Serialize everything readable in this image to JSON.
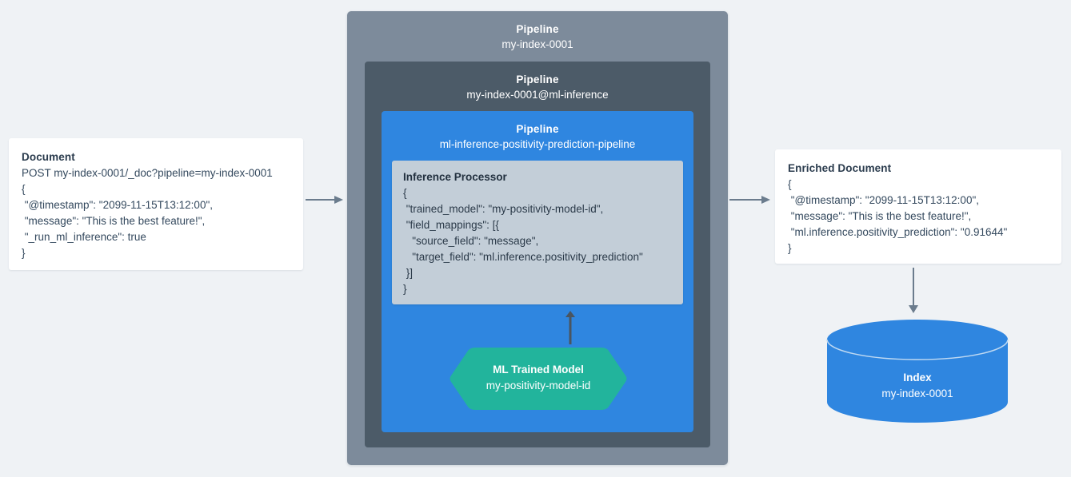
{
  "colors": {
    "background": "#eff2f5",
    "pipeline_outer": "#7d8b9b",
    "pipeline_middle": "#4c5b68",
    "pipeline_inner": "#2f86e0",
    "processor_panel": "#c3ced8",
    "ml_model_green": "#22b49c",
    "index_blue": "#2f86e0",
    "arrow_gray": "#6b7c8d",
    "arrow_dark": "#4a5560",
    "card_white": "#ffffff",
    "text_dark": "#2a3b4d",
    "text_white": "#ffffff"
  },
  "document_card": {
    "title": "Document",
    "lines": [
      "POST my-index-0001/_doc?pipeline=my-index-0001",
      "{",
      " \"@timestamp\": \"2099-11-15T13:12:00\",",
      " \"message\": \"This is the best feature!\",",
      " \"_run_ml_inference\": true",
      "}"
    ]
  },
  "pipeline_outer": {
    "kind": "Pipeline",
    "name": "my-index-0001"
  },
  "pipeline_middle": {
    "kind": "Pipeline",
    "name": "my-index-0001@ml-inference"
  },
  "pipeline_inner": {
    "kind": "Pipeline",
    "name": "ml-inference-positivity-prediction-pipeline"
  },
  "inference_processor": {
    "title": "Inference Processor",
    "lines": [
      "{",
      " \"trained_model\": \"my-positivity-model-id\",",
      " \"field_mappings\": [{",
      "   \"source_field\": \"message\",",
      "   \"target_field\": \"ml.inference.positivity_prediction\"",
      " }]",
      "}"
    ]
  },
  "ml_trained_model": {
    "kind": "ML Trained Model",
    "name": "my-positivity-model-id"
  },
  "enriched_document_card": {
    "title": "Enriched Document",
    "lines": [
      "{",
      " \"@timestamp\": \"2099-11-15T13:12:00\",",
      " \"message\": \"This is the best feature!\",",
      " \"ml.inference.positivity_prediction\": \"0.91644\"",
      "}"
    ]
  },
  "index_store": {
    "kind": "Index",
    "name": "my-index-0001"
  },
  "arrows": [
    {
      "name": "document-to-pipeline",
      "direction": "right"
    },
    {
      "name": "pipeline-to-enriched-document",
      "direction": "right"
    },
    {
      "name": "enriched-document-to-index",
      "direction": "down"
    },
    {
      "name": "ml-model-to-inference-processor",
      "direction": "up"
    }
  ]
}
